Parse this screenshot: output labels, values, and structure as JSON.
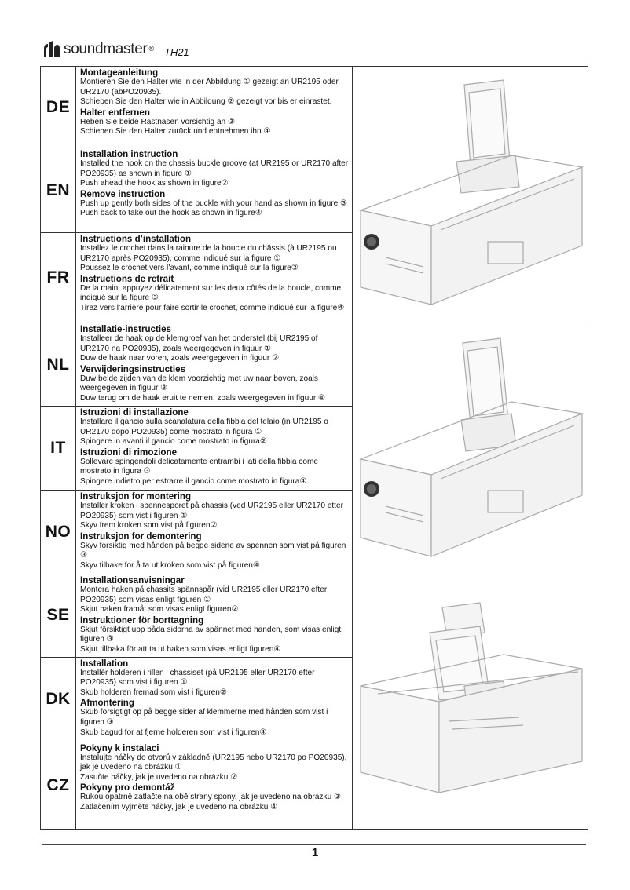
{
  "header": {
    "brand": "soundmaster",
    "reg": "®",
    "model": "TH21"
  },
  "sections": [
    {
      "lang": "DE",
      "h1": "Montageanleitung",
      "l1": "Montieren Sie den Halter wie in der Abbildung ① gezeigt an UR2195 oder UR2170 (abPO20935).",
      "l2": "Schieben Sie den Halter wie in Abbildung ② gezeigt vor bis er einrastet.",
      "h2": "Halter entfernen",
      "l3": "Heben Sie beide Rastnasen vorsichtig an ③",
      "l4": "Schieben Sie den Halter zurück und entnehmen ihn ④"
    },
    {
      "lang": "EN",
      "h1": "Installation instruction",
      "l1": "Installed the hook on the chassis buckle groove (at UR2195 or UR2170 after PO20935) as shown in figure ①",
      "l2": "Push ahead the hook as shown in figure②",
      "h2": "Remove instruction",
      "l3": "Push up gently both sides of the buckle with your hand as shown in figure ③",
      "l4": "Push back to take out the hook as shown in figure④"
    },
    {
      "lang": "FR",
      "h1": "Instructions d’installation",
      "l1": "Installez le crochet dans la rainure de la boucle du châssis (à UR2195 ou UR2170 après PO20935), comme indiqué sur la figure ①",
      "l2": "Poussez le crochet vers l’avant, comme indiqué sur la figure②",
      "h2": "Instructions de retrait",
      "l3": "De la main, appuyez délicatement sur les deux côtés de la boucle, comme indiqué sur la figure ③",
      "l4": "Tirez vers l’arrière pour faire sortir le crochet, comme indiqué sur la figure④"
    },
    {
      "lang": "NL",
      "h1": "Installatie-instructies",
      "l1": "Installeer de haak op de klemgroef van het onderstel (bij UR2195 of UR2170 na PO20935), zoals weergegeven in figuur ①",
      "l2": "Duw de haak naar voren, zoals weergegeven in figuur ②",
      "h2": "Verwijderingsinstructies",
      "l3": "Duw beide zijden van de klem voorzichtig met uw naar boven, zoals weergegeven in figuur ③",
      "l4": "Duw terug om de haak eruit te nemen, zoals weergegeven in figuur ④"
    },
    {
      "lang": "IT",
      "h1": "Istruzioni di installazione",
      "l1": "Installare il gancio sulla scanalatura della fibbia del telaio (in UR2195 o UR2170 dopo PO20935) come mostrato in figura ①",
      "l2": "Spingere in avanti il gancio come mostrato in figura②",
      "h2": "Istruzioni di rimozione",
      "l3": "Sollevare spingendoli delicatamente entrambi i lati della fibbia come mostrato in figura ③",
      "l4": "Spingere indietro per estrarre il gancio come mostrato in figura④"
    },
    {
      "lang": "NO",
      "h1": "Instruksjon for montering",
      "l1": "Installer kroken i spennesporet på chassis (ved UR2195 eller UR2170 etter PO20935) som vist i figuren ①",
      "l2": "Skyv frem kroken som vist på figuren②",
      "h2": "Instruksjon for demontering",
      "l3": "Skyv forsiktig med hånden på begge sidene av spennen som vist på figuren ③",
      "l4": "Skyv tilbake for å ta ut kroken som vist på figuren④"
    },
    {
      "lang": "SE",
      "h1": "Installationsanvisningar",
      "l1": "Montera haken på chassits spännspår (vid UR2195 eller UR2170 efter PO20935) som visas enligt figuren ①",
      "l2": "Skjut haken framåt som visas enligt figuren②",
      "h2": "Instruktioner för borttagning",
      "l3": "Skjut försiktigt upp båda sidorna av spännet med handen, som visas enligt figuren ③",
      "l4": "Skjut tillbaka för att ta ut haken som visas enligt figuren④"
    },
    {
      "lang": "DK",
      "h1": "Installation",
      "l1": "Installér holderen i rillen i chassiset (på UR2195 eller UR2170 efter PO20935) som vist i figuren ①",
      "l2": "Skub holderen fremad som vist i figuren②",
      "h2": "Afmontering",
      "l3": "Skub forsigtigt op på begge sider af klemmerne med hånden som vist i figuren ③",
      "l4": "Skub bagud for at fjerne holderen som vist i figuren④"
    },
    {
      "lang": "CZ",
      "h1": "Pokyny k instalaci",
      "l1": "Instalujte háčky do otvorů v základně (UR2195 nebo UR2170 po PO20935), jak je uvedeno na obrázku ①",
      "l2": "Zasuňte háčky, jak je uvedeno na obrázku ②",
      "h2": "Pokyny pro demontáž",
      "l3": "Rukou opatrně zatlačte na obě strany spony, jak je uvedeno na obrázku ③",
      "l4": "Zatlačením vyjměte háčky, jak je uvedeno na obrázku ④"
    }
  ],
  "footer": {
    "page": "1"
  }
}
